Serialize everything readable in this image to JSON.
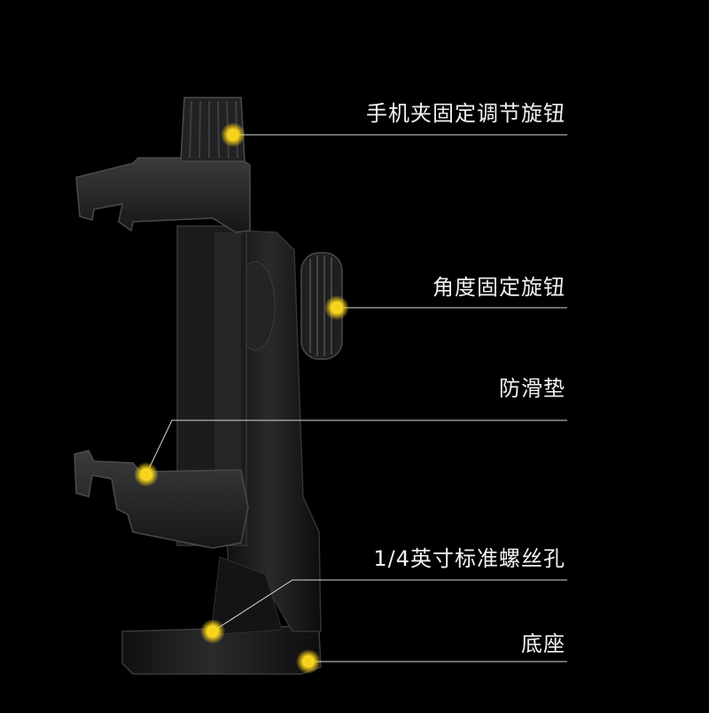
{
  "product": {
    "description_alt": "Black phone clip holder with tripod mount"
  },
  "callouts": [
    {
      "id": "clamp-knob",
      "label": "手机夹固定调节旋钮"
    },
    {
      "id": "angle-knob",
      "label": "角度固定旋钮"
    },
    {
      "id": "anti-slip-pad",
      "label": "防滑垫"
    },
    {
      "id": "screw-hole",
      "label": "1/4英寸标准螺丝孔"
    },
    {
      "id": "base",
      "label": "底座"
    }
  ],
  "colors": {
    "background": "#000000",
    "marker": "#f6d21a",
    "marker_glow": "#fff3a0",
    "leader_line": "#d8d8d8",
    "text": "#f2f2f2",
    "product_body": "#1b1b1c",
    "product_highlight": "#3a3a3c"
  },
  "icons": [
    "callout-marker-dot"
  ]
}
